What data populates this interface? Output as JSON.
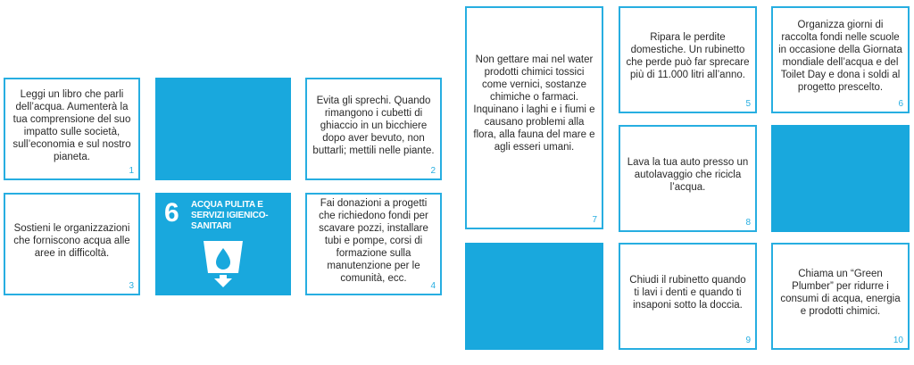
{
  "sdg": {
    "number": "6",
    "title": "ACQUA PULITA E SERVIZI IGIENICO-SANITARI",
    "icon": "water-drop-glass-icon",
    "color": "#19a8dd"
  },
  "cards": [
    {
      "num": "1",
      "text": "Leggi un libro che parli dell’acqua. Aumenterà la tua comprensione del suo impatto sulle società, sull’economia e sul nostro pianeta."
    },
    {
      "num": "2",
      "text": "Evita gli sprechi. Quando rimangono i cubetti di ghiaccio in un bicchiere dopo aver bevuto, non buttarli; mettili nelle piante."
    },
    {
      "num": "3",
      "text": "Sostieni le organizzazioni che forniscono acqua alle aree in difficoltà."
    },
    {
      "num": "4",
      "text": "Fai donazioni a progetti che richiedono fondi per scavare pozzi, installare tubi e pompe, corsi di formazione sulla manutenzione per le comunità, ecc."
    },
    {
      "num": "5",
      "text": "Ripara le perdite domestiche. Un rubinetto che perde può far sprecare più di 11.000 litri all’anno."
    },
    {
      "num": "6",
      "text": "Organizza giorni di raccolta fondi nelle scuole in occasione della Giornata mondiale dell’acqua e del Toilet Day e dona i soldi al progetto prescelto."
    },
    {
      "num": "7",
      "text": "Non gettare mai nel water prodotti chimici tossici come vernici, sostanze chimiche o farmaci. Inquinano i laghi e i fiumi e causano problemi alla flora, alla fauna del mare e agli esseri umani."
    },
    {
      "num": "8",
      "text": "Lava la tua auto presso un autolavaggio che ricicla l’acqua."
    },
    {
      "num": "9",
      "text": "Chiudi il rubinetto quando ti lavi i denti e quando ti insaponi sotto la doccia."
    },
    {
      "num": "10",
      "text": "Chiama un “Green Plumber” per ridurre i consumi di acqua, energia e prodotti chimici."
    }
  ]
}
